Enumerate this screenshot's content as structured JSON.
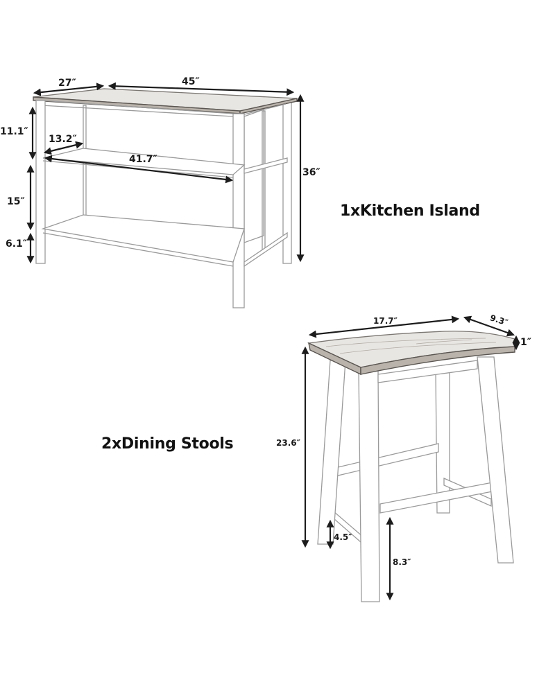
{
  "kitchen_island": {
    "title": "1xKitchen Island",
    "dimensions": {
      "depth": "27″",
      "width": "45″",
      "height": "36″",
      "top_gap": "11.1″",
      "shelf_depth": "13.2″",
      "shelf_width": "41.7″",
      "middle_gap": "15″",
      "bottom_clearance": "6.1″"
    }
  },
  "dining_stool": {
    "title": "2xDining Stools",
    "dimensions": {
      "seat_width": "17.7″",
      "seat_depth": "9.3″",
      "seat_thickness": "1″",
      "height": "23.6″",
      "side_rung_height": "4.5″",
      "front_rung_height": "8.3″"
    }
  }
}
